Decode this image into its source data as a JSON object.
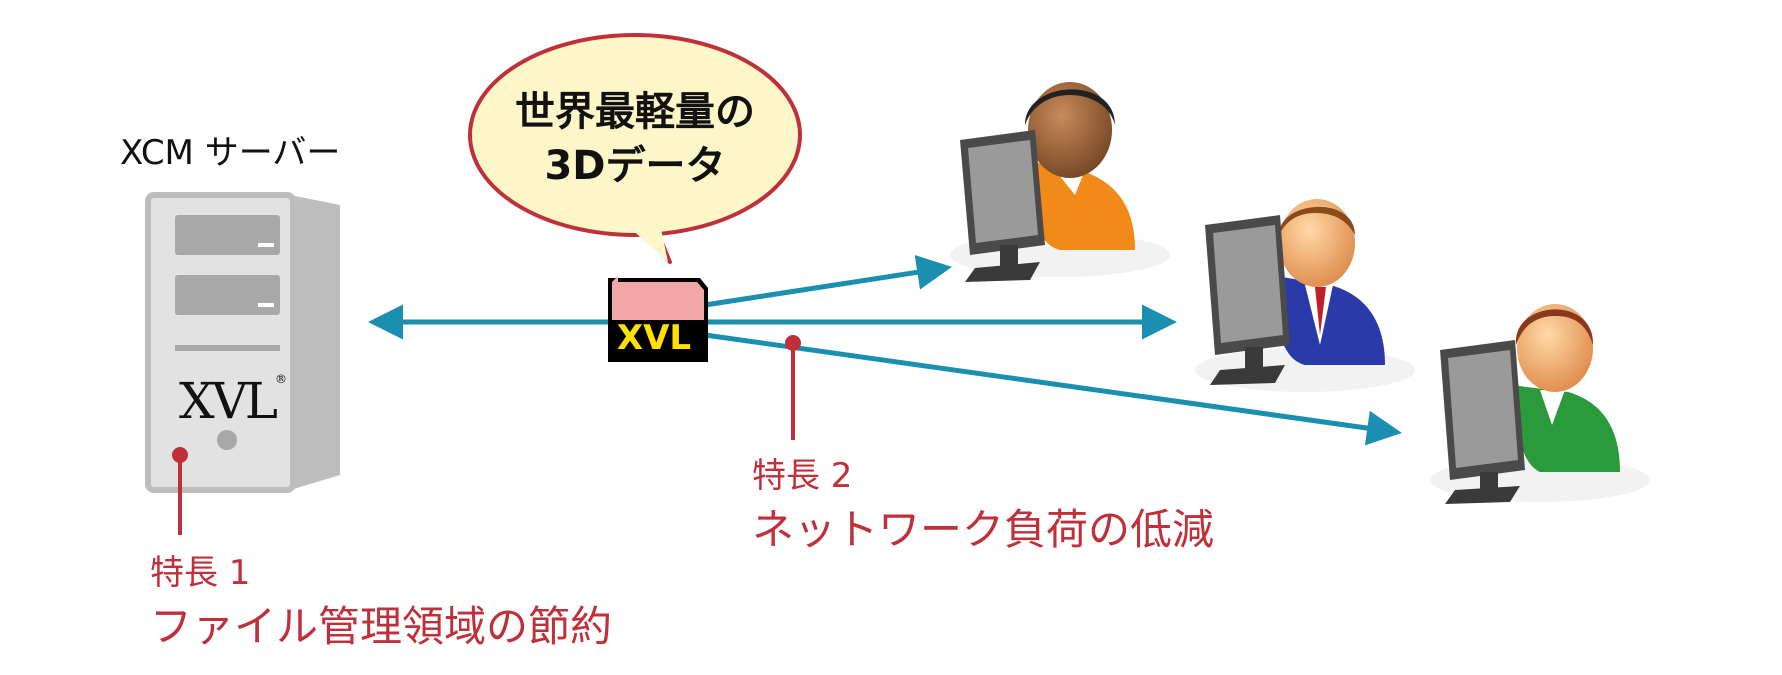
{
  "server": {
    "title": "XCM サーバー",
    "logo": "XVL",
    "logo_mark": "®"
  },
  "bubble": {
    "line1": "世界最軽量の",
    "line2": "3Dデータ"
  },
  "file": {
    "label": "XVL"
  },
  "feature1": {
    "label": "特長 1",
    "description": "ファイル管理領域の節約"
  },
  "feature2": {
    "label": "特長 2",
    "description": "ネットワーク負荷の低減"
  },
  "users": [
    {
      "shirt": "orange-shirt",
      "hair": "dark-hair"
    },
    {
      "shirt": "blue-suit",
      "hair": "brown-hair"
    },
    {
      "shirt": "green-shirt",
      "hair": "brown-hair"
    }
  ],
  "colors": {
    "arrow": "#1a8fb0",
    "feature": "#c0303a",
    "bubble_fill": "#fdf6c8",
    "bubble_stroke": "#c0303a",
    "file_top": "#f2a6a6",
    "file_bottom": "#000000",
    "file_text": "#ffe000"
  }
}
